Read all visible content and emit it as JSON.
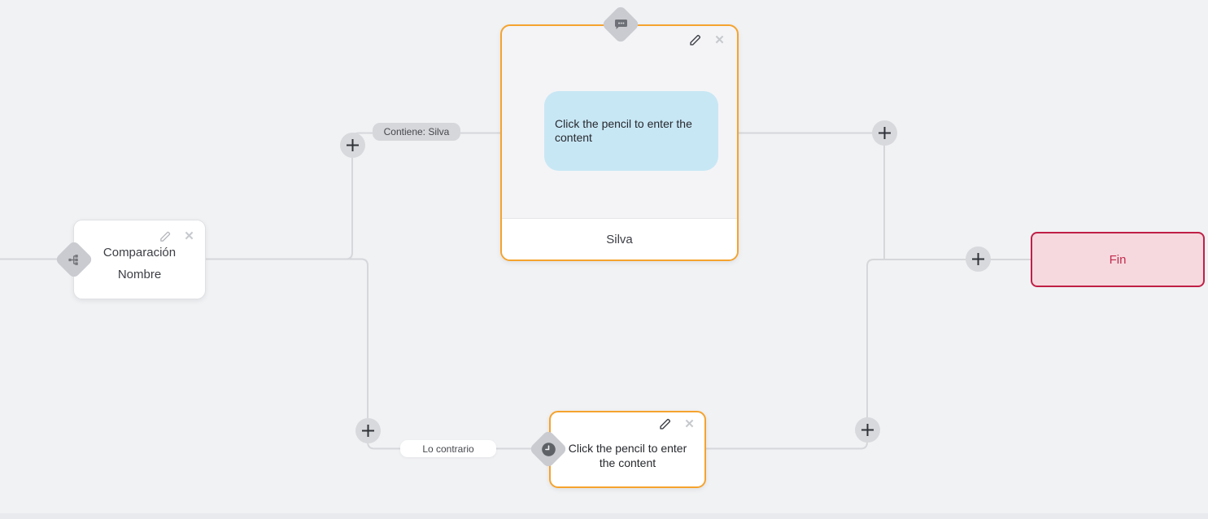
{
  "canvas": {
    "type": "flow-builder",
    "background": "#f1f2f4",
    "connector_color": "#d5d7da"
  },
  "colors": {
    "accent_orange": "#f5a32e",
    "end_node_border": "#c02048",
    "end_node_bg": "#f6d9de",
    "end_node_text": "#c22b4e",
    "bubble_blue": "#c8e7f5",
    "diamond_gray": "#c9cbd0",
    "plus_circle_gray": "#d8d9dc",
    "text_dark": "#3c3e44"
  },
  "nodes": {
    "comparison": {
      "icon": "sitemap-icon",
      "line1": "Comparación",
      "line2": "Nombre"
    },
    "message": {
      "icon": "chat-bubble-icon",
      "bubble_text": "Click the pencil to enter the content",
      "footer": "Silva"
    },
    "delay": {
      "icon": "clock-icon",
      "text": "Click the pencil to enter the content"
    },
    "end": {
      "label": "Fin"
    }
  },
  "edge_labels": {
    "top": "Contiene: Silva",
    "bottom": "Lo contrario"
  },
  "glyphs": {
    "close": "✕"
  }
}
